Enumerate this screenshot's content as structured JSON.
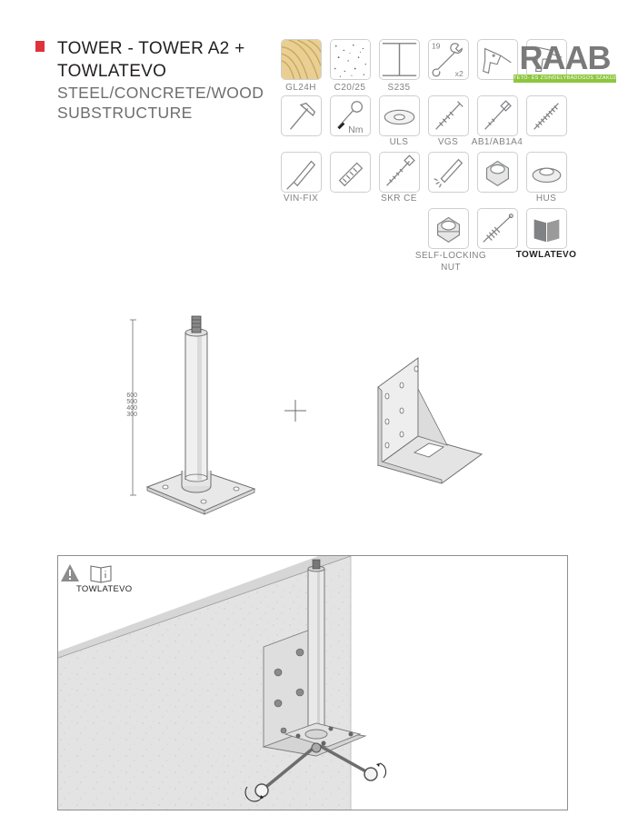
{
  "header": {
    "title_lines": [
      "TOWER - TOWER A2 +",
      "TOWLATEVO"
    ],
    "subtitle_lines": [
      "STEEL/CONCRETE/WOOD",
      "SUBSTRUCTURE"
    ]
  },
  "brand": {
    "logo_text": "RAAB",
    "logo_strip": "TETŐ- ÉS ZSINDELYBÁDOGOS SZAKÜZLET",
    "accent_color": "#e0323c",
    "strip_color": "#8dc63f"
  },
  "icon_grid": {
    "row1": [
      {
        "icon": "wood-texture-icon",
        "label": "GL24H"
      },
      {
        "icon": "concrete-texture-icon",
        "label": "C20/25"
      },
      {
        "icon": "steel-beam-icon",
        "label": "S235"
      },
      {
        "icon": "wrench-icon",
        "label": "",
        "size": "19",
        "count": "x2"
      },
      {
        "icon": "drill-icon",
        "label": ""
      },
      {
        "icon": "hammer-drill-icon",
        "label": ""
      }
    ],
    "row2": [
      {
        "icon": "hammer-icon",
        "label": ""
      },
      {
        "icon": "torque-icon",
        "label": "",
        "unit": "Nm"
      },
      {
        "icon": "washer-icon",
        "label": "ULS"
      },
      {
        "icon": "screw-icon",
        "label": "VGS"
      },
      {
        "icon": "anchor-bolt-icon",
        "label": "AB1/AB1A4"
      },
      {
        "icon": "threaded-rod-icon",
        "label": ""
      }
    ],
    "row3": [
      {
        "icon": "cartridge-icon",
        "label": "VIN-FIX"
      },
      {
        "icon": "bolt-icon",
        "label": ""
      },
      {
        "icon": "concrete-screw-icon",
        "label": "SKR CE"
      },
      {
        "icon": "pencil-icon",
        "label": ""
      },
      {
        "icon": "nut-icon",
        "label": ""
      },
      {
        "icon": "cap-washer-icon",
        "label": "HUS"
      }
    ],
    "row4": [
      {
        "icon": "self-locking-nut-icon",
        "label_lines": [
          "SELF-LOCKING",
          "NUT"
        ]
      },
      {
        "icon": "cleaning-brush-icon",
        "label": ""
      },
      {
        "icon": "manual-book-icon",
        "label": "TOWLATEVO"
      }
    ]
  },
  "product_drawing": {
    "heights": [
      "600",
      "500",
      "400",
      "300"
    ]
  },
  "scene": {
    "label": "TOWLATEVO"
  }
}
